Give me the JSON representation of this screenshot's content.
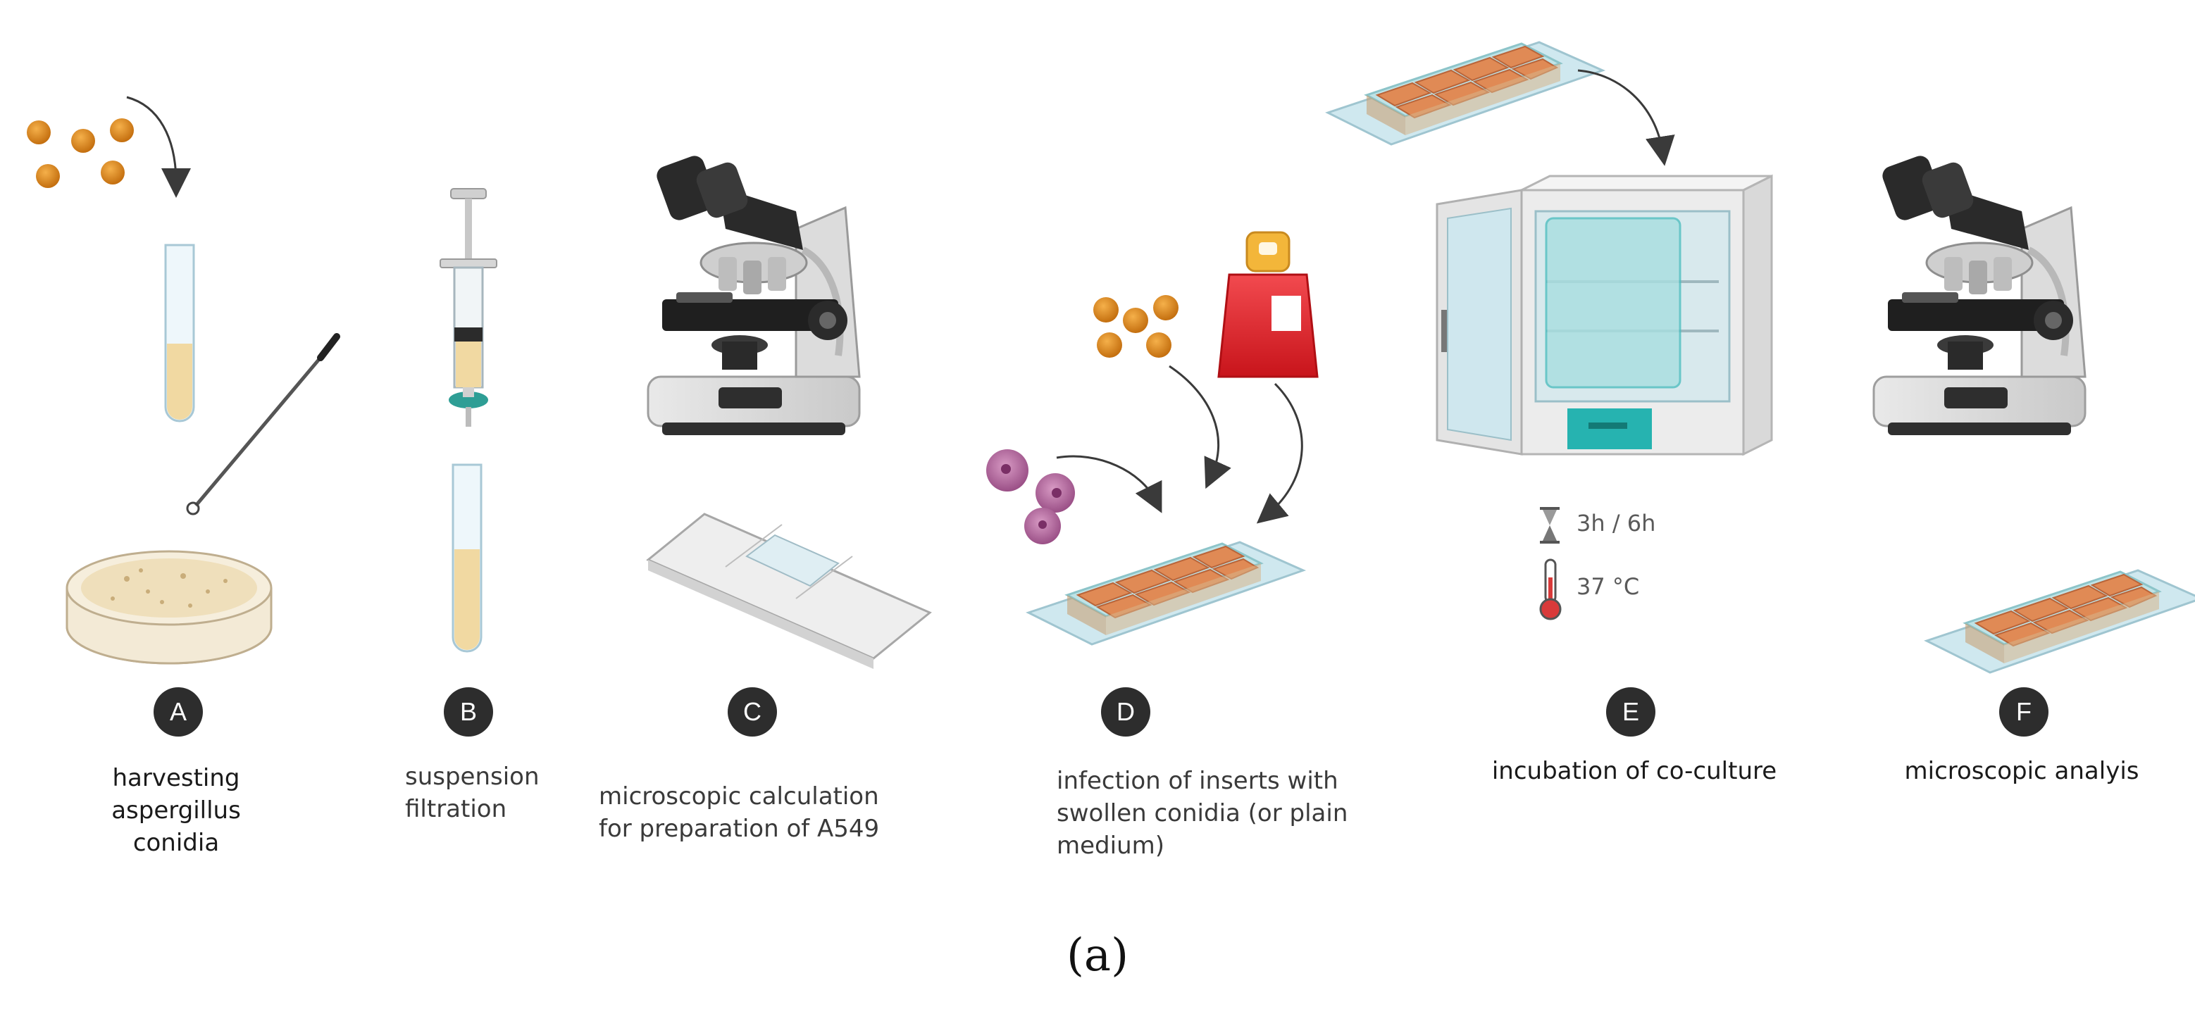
{
  "steps": [
    {
      "letter": "A",
      "lines": [
        "harvesting",
        "aspergillus",
        "conidia"
      ]
    },
    {
      "letter": "B",
      "lines": [
        "suspension",
        "filtration"
      ]
    },
    {
      "letter": "C",
      "lines": [
        "microscopic calculation",
        "for preparation of A549"
      ]
    },
    {
      "letter": "D",
      "lines": [
        "infection of inserts with",
        "swollen conidia (or plain",
        "medium)"
      ]
    },
    {
      "letter": "E",
      "lines": [
        "incubation of co-culture"
      ]
    },
    {
      "letter": "F",
      "lines": [
        "microscopic analyis"
      ]
    }
  ],
  "conditions": {
    "time": "3h / 6h",
    "temperature": "37 °C"
  },
  "panel_label": "(a)",
  "colors": {
    "conidia": "#d9821c",
    "medium": "#f1d9a2",
    "cells": "#b96aa0",
    "incubator_accent": "#26b3b0",
    "flask": "#e8232a"
  },
  "icons": [
    "conidia-icon",
    "test-tube-icon",
    "petri-dish-icon",
    "inoculation-loop-icon",
    "syringe-filter-icon",
    "microscope-icon",
    "hemocytometer-slide-icon",
    "chamber-slide-icon",
    "culture-flask-icon",
    "a549-cells-icon",
    "incubator-icon",
    "hourglass-icon",
    "thermometer-icon"
  ]
}
